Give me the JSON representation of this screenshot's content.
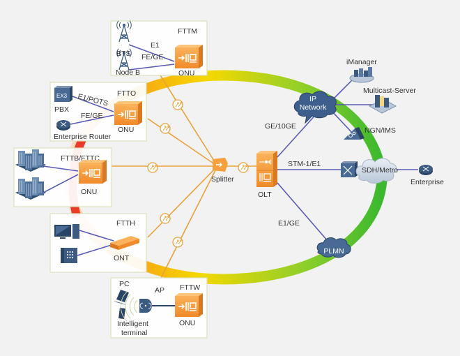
{
  "diagram": {
    "title": "PON network scenarios",
    "scenarios": [
      {
        "id": "fttm",
        "label": "FTTM",
        "device": "ONU",
        "devices": [
          "BTS",
          "Node B"
        ],
        "links": [
          "E1",
          "FE/GE"
        ]
      },
      {
        "id": "ftto",
        "label": "FTTO",
        "device": "ONU",
        "devices": [
          "PBX",
          "Enterprise Router"
        ],
        "links": [
          "E1/POTS",
          "FE/GE"
        ]
      },
      {
        "id": "fttb",
        "label": "FTTB/FTTC",
        "device": "ONU",
        "devices": [
          "Buildings",
          "Buildings"
        ],
        "links": []
      },
      {
        "id": "ftth",
        "label": "FTTH",
        "device": "ONT",
        "devices": [
          "PC",
          "Phone"
        ],
        "links": []
      },
      {
        "id": "fttw",
        "label": "FTTW",
        "device": "ONU",
        "devices": [
          "PC",
          "AP",
          "Intelligent terminal"
        ],
        "links": []
      }
    ],
    "core": {
      "splitter": "Splitter",
      "olt": "OLT",
      "links": {
        "ip": "GE/10GE",
        "sdh": "STM-1/E1",
        "plmn": "E1/GE"
      },
      "ip_network": "IP Network",
      "ip_network_line1": "IP",
      "ip_network_line2": "Network",
      "imanager": "iManager",
      "multicast": "Multicast-Server",
      "ngn": "NGN/IMS",
      "sdh": "SDH/Metro",
      "enterprise": "Enterprise",
      "plmn": "PLMN"
    },
    "colors": {
      "onu": "#f5a03c",
      "fiber": "#e8a23a",
      "link": "#5a5ab8",
      "cloud": "#4a6a96",
      "ring_red": "#e52a1a",
      "ring_orange": "#f7941d",
      "ring_yellow": "#f5d800",
      "ring_green": "#3bb82e"
    }
  }
}
